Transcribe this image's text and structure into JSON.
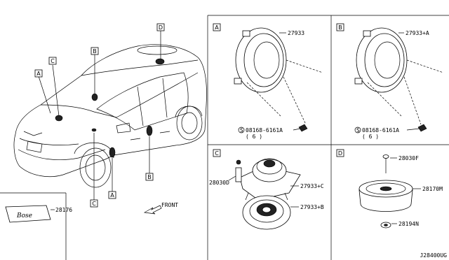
{
  "callouts": {
    "a": "A",
    "b": "B",
    "c": "C",
    "d": "D"
  },
  "sections": {
    "a": {
      "letter": "A",
      "part": "27933",
      "fastener": "08168-6161A",
      "qty": "( 6 )"
    },
    "b": {
      "letter": "B",
      "part": "27933+A",
      "fastener": "08168-6161A",
      "qty": "( 6 )"
    },
    "c": {
      "letter": "C",
      "bracket": "28030D",
      "upper": "27933+C",
      "lower": "27933+B"
    },
    "d": {
      "letter": "D",
      "top": "28030F",
      "mid": "28170M",
      "bottom": "28194N"
    }
  },
  "emblem": {
    "part": "28176"
  },
  "front_label": "FRONT",
  "diagram_code": "J28400UG",
  "bolt_symbol": "S"
}
